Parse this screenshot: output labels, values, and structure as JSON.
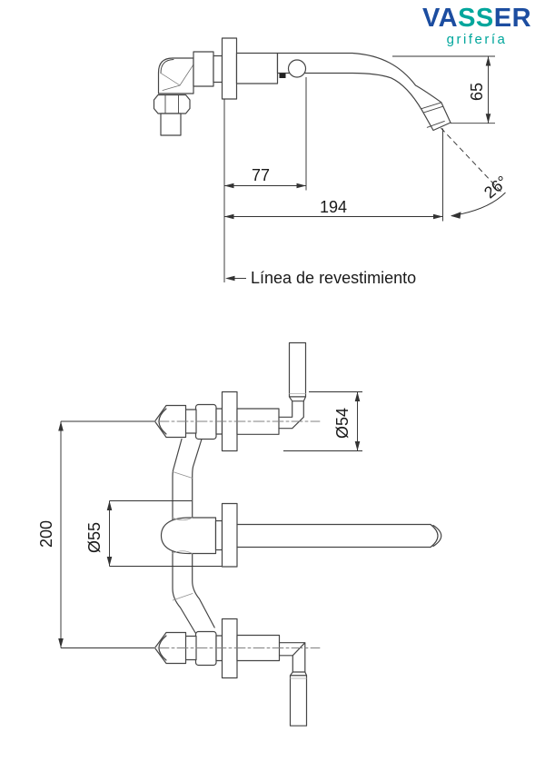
{
  "brand": {
    "logo_part_va": "VA",
    "logo_part_ss": "SS",
    "logo_part_er": "ER",
    "tagline": "grifería",
    "blue": "#1c4da0",
    "teal": "#00a69c"
  },
  "top_view": {
    "dim_spout_offset": "77",
    "dim_total_reach": "194",
    "dim_drop_height": "65",
    "stream_angle": "26°",
    "covering_line_label": "Línea de revestimiento"
  },
  "bottom_view": {
    "dim_centers_distance": "200",
    "dia_spout_escutcheon": "Ø55",
    "dia_handle_escutcheon": "Ø54"
  },
  "drawing": {
    "line_color": "#454545",
    "dimension_color": "#333333",
    "centerline_color": "#808080"
  }
}
